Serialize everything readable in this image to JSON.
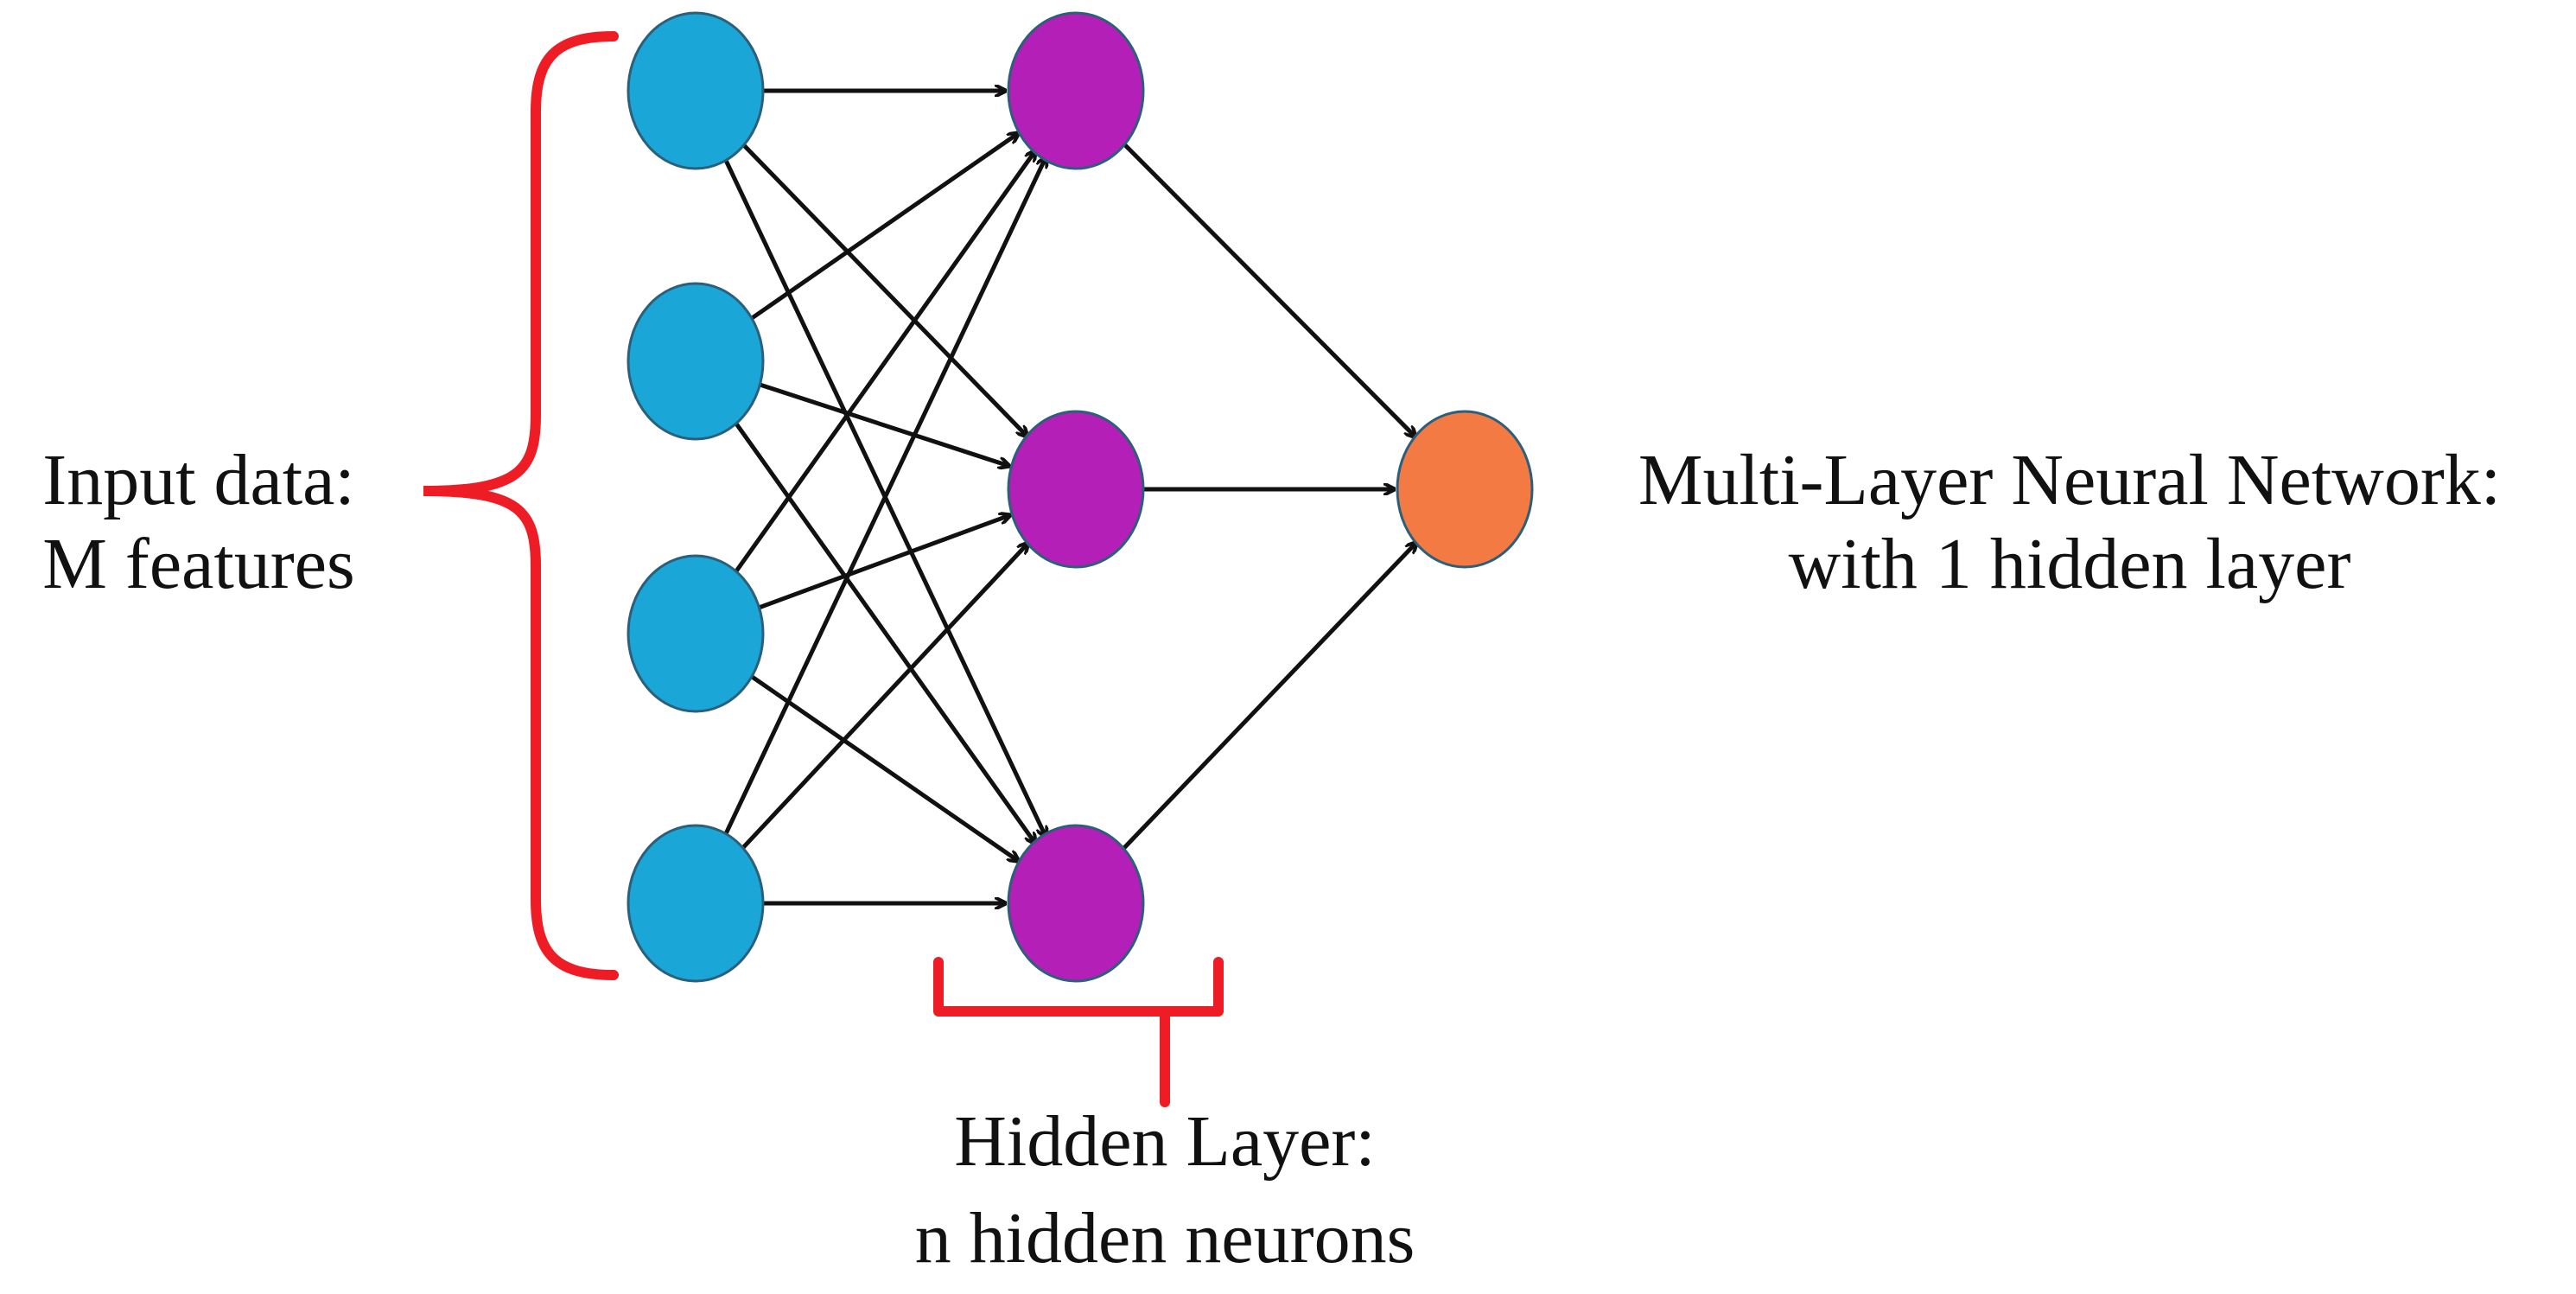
{
  "labels": {
    "input_line1": "Input data:",
    "input_line2": "M features",
    "network_line1": "Multi-Layer Neural Network:",
    "network_line2": "with 1 hidden layer",
    "hidden_line1": "Hidden Layer:",
    "hidden_line2": "n hidden neurons"
  },
  "colors": {
    "input_node": "#1ba6d8",
    "hidden_node": "#b41fb8",
    "output_node": "#f47a44",
    "node_stroke": "#2b5f7a",
    "bracket": "#ee1c24",
    "arrow": "#111111"
  },
  "layers": {
    "input_count": 4,
    "hidden_count": 3,
    "output_count": 1
  }
}
